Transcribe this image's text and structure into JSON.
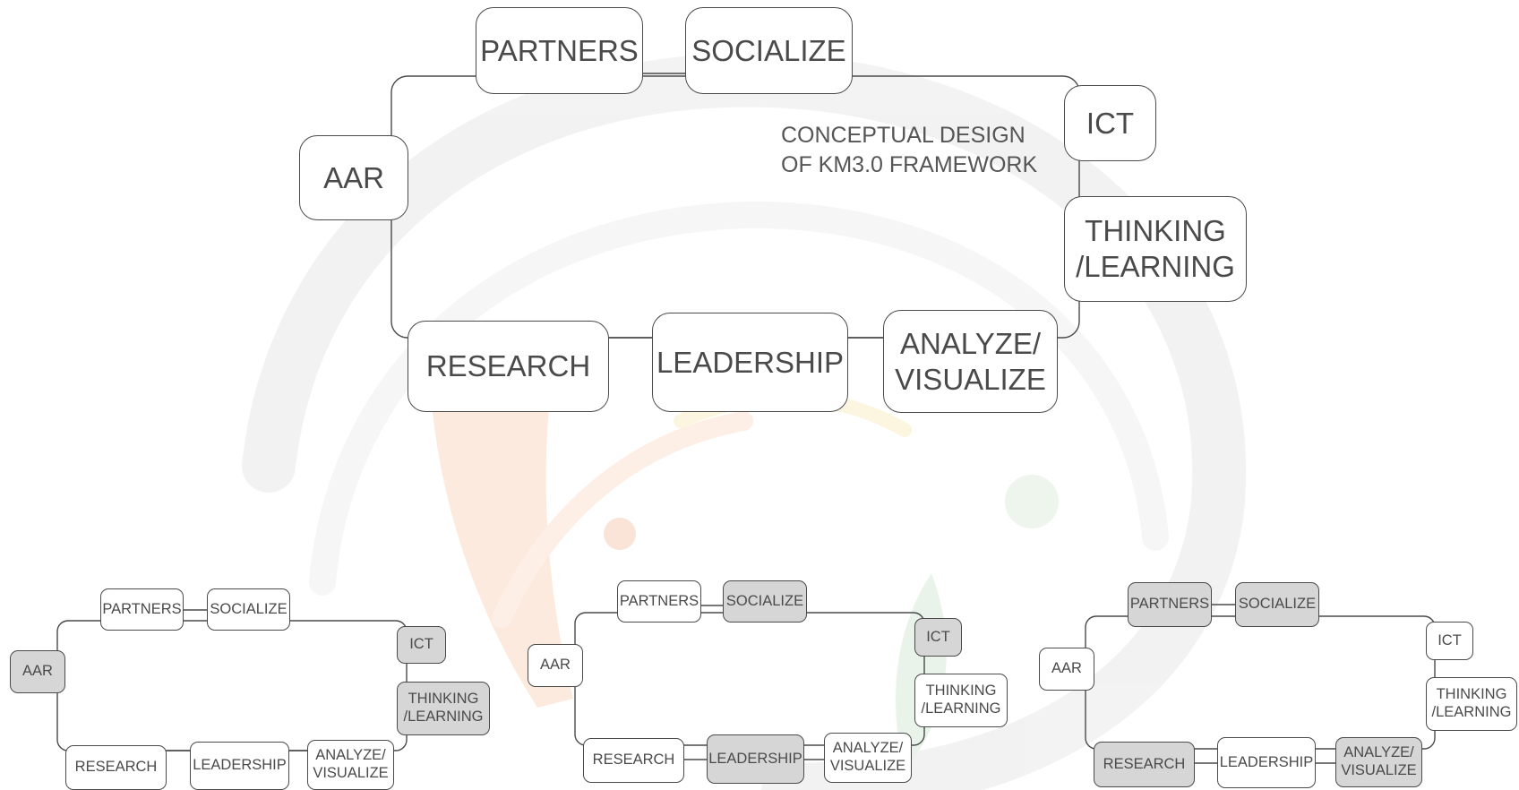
{
  "title": "CONCEPTUAL DESIGN\nOF KM3.0 FRAMEWORK",
  "watermark": "decorative-logo-swirl",
  "colors": {
    "stroke": "#4a4a4a",
    "highlight": "#d6d6d6",
    "text": "#4a4a4a"
  },
  "main": {
    "nodes": {
      "partners": "PARTNERS",
      "socialize": "SOCIALIZE",
      "ict": "ICT",
      "thinking": "THINKING\n/LEARNING",
      "analyze": "ANALYZE/\nVISUALIZE",
      "leadership": "LEADERSHIP",
      "research": "RESEARCH",
      "aar": "AAR"
    }
  },
  "variants": [
    {
      "labels": {
        "partners": "PARTNERS",
        "socialize": "SOCIALIZE",
        "ict": "ICT",
        "thinking": "THINKING\n/LEARNING",
        "analyze": "ANALYZE/\nVISUALIZE",
        "leadership": "LEADERSHIP",
        "research": "RESEARCH",
        "aar": "AAR"
      },
      "highlighted": [
        "aar",
        "ict",
        "thinking"
      ]
    },
    {
      "labels": {
        "partners": "PARTNERS",
        "socialize": "SOCIALIZE",
        "ict": "ICT",
        "thinking": "THINKING\n/LEARNING",
        "analyze": "ANALYZE/\nVISUALIZE",
        "leadership": "LEADERSHIP",
        "research": "RESEARCH",
        "aar": "AAR"
      },
      "highlighted": [
        "socialize",
        "ict",
        "leadership"
      ]
    },
    {
      "labels": {
        "partners": "PARTNERS",
        "socialize": "SOCIALIZE",
        "ict": "ICT",
        "thinking": "THINKING\n/LEARNING",
        "analyze": "ANALYZE/\nVISUALIZE",
        "leadership": "LEADERSHIP",
        "research": "RESEARCH",
        "aar": "AAR"
      },
      "highlighted": [
        "partners",
        "socialize",
        "research",
        "analyze"
      ]
    }
  ]
}
